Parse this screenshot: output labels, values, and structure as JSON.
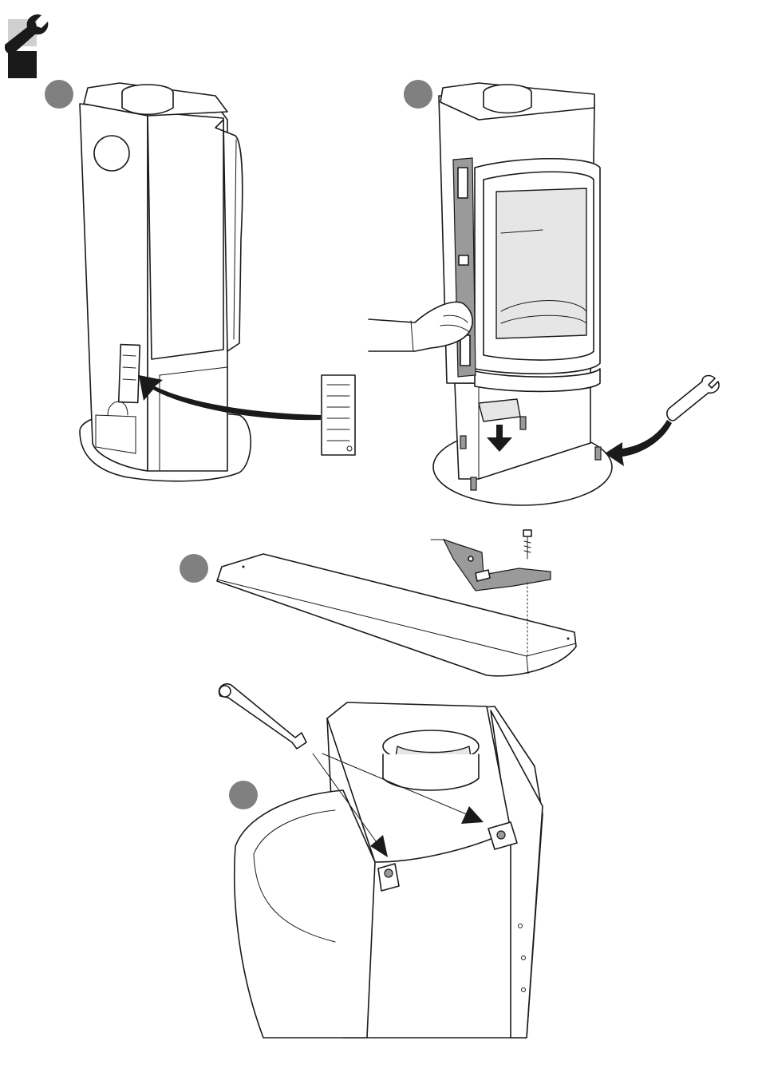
{
  "header": {
    "icon": "wrench-icon",
    "tab_color": "#1a1a1a"
  },
  "steps": [
    {
      "id": "step-1-install-position",
      "marker_color": "#808080"
    },
    {
      "id": "step-2-level-and-feet",
      "marker_color": "#808080"
    },
    {
      "id": "step-3-top-plate-bracket",
      "marker_color": "#808080"
    },
    {
      "id": "step-4-tighten-bolts",
      "marker_color": "#808080"
    }
  ],
  "colors": {
    "line": "#1a1a1a",
    "panel": "#e6e6e6",
    "dark_part": "#9a9a9a",
    "background": "#ffffff"
  }
}
